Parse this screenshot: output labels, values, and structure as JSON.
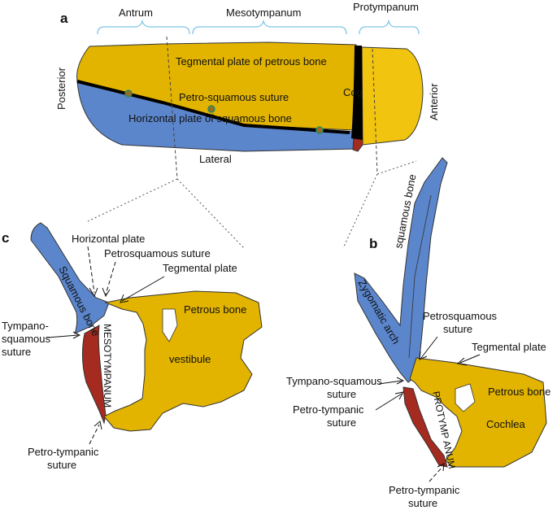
{
  "panels": {
    "a": "a",
    "b": "b",
    "c": "c"
  },
  "panel_a": {
    "regions": {
      "antrum": "Antrum",
      "mesotympanum": "Mesotympanum",
      "protympanum": "Protympanum"
    },
    "orientation": {
      "posterior": "Posterior",
      "anterior": "Anterior",
      "lateral": "Lateral"
    },
    "labels": {
      "tegmental_plate": "Tegmental plate of petrous bone",
      "petro_squamous_suture": "Petro-squamous suture",
      "horizontal_plate": "Horizontal plate of squamous bone",
      "cog": "Cog"
    }
  },
  "panel_b": {
    "squamous_bone": "squamous bone",
    "zygomatic_arch": "Zygomatic arch",
    "petrosquamous_suture": [
      "Petrosquamous",
      "suture"
    ],
    "tegmental_plate": "Tegmental plate",
    "tympano_squamous_suture": [
      "Tympano-squamous",
      "suture"
    ],
    "petro_tympanic_suture_upper": [
      "Petro-tympanic",
      "suture"
    ],
    "protympanum": "PROTYMP ANUM",
    "petrous_bone": "Petrous bone",
    "cochlea": "Cochlea",
    "petro_tympanic_suture_lower": [
      "Petro-tympanic",
      "suture"
    ]
  },
  "panel_c": {
    "squamous_bone": "Squamous bone",
    "horizontal_plate": "Horizontal plate",
    "petrosquamous_suture": "Petrosquamous suture",
    "tegmental_plate": "Tegmental plate",
    "tympano_squamous_suture": [
      "Tympano-",
      "squamous",
      "suture"
    ],
    "mesotympanum": "MESOTYMPANUM",
    "petrous_bone": "Petrous bone",
    "vestibule": "vestibule",
    "petro_tympanic_suture": [
      "Petro-tympanic",
      "suture"
    ]
  },
  "colors": {
    "petrous": "#e2b400",
    "petrous_light": "#f1c40f",
    "squamous": "#5b86cc",
    "tympanic": "#a52a1f",
    "bracket": "#7fc6e6"
  }
}
